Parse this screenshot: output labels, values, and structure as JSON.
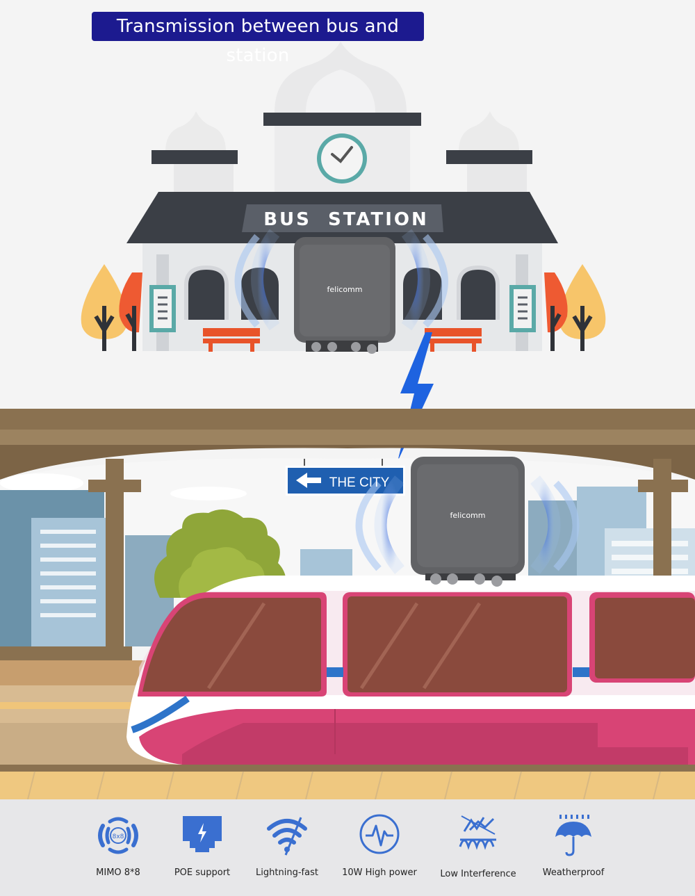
{
  "banner": {
    "title": "Transmission between bus and station",
    "color": "#1c1a8f"
  },
  "station": {
    "sign": "BUS  STATION",
    "device_brand": "felicomm"
  },
  "platform": {
    "direction_sign": "THE CITY",
    "sign_arrow_icon": "left-arrow-icon",
    "device_brand": "felicomm"
  },
  "colors": {
    "train_body": "#d84475",
    "train_window": "#8a4a3d",
    "bridge": "#8a7150",
    "signal_bolt": "#1e63e0",
    "icon_blue": "#3a6fd0"
  },
  "features": [
    {
      "label": "MIMO 8*8",
      "icon": "mimo-8x8-icon",
      "badge": "8x8"
    },
    {
      "label": "POE support",
      "icon": "poe-port-icon"
    },
    {
      "label": "Lightning-fast",
      "icon": "fast-wifi-icon"
    },
    {
      "label": "10W High power",
      "icon": "power-signal-icon"
    },
    {
      "label": "Low Interference",
      "icon": "low-interference-icon"
    },
    {
      "label": "Weatherproof",
      "icon": "umbrella-icon"
    }
  ]
}
